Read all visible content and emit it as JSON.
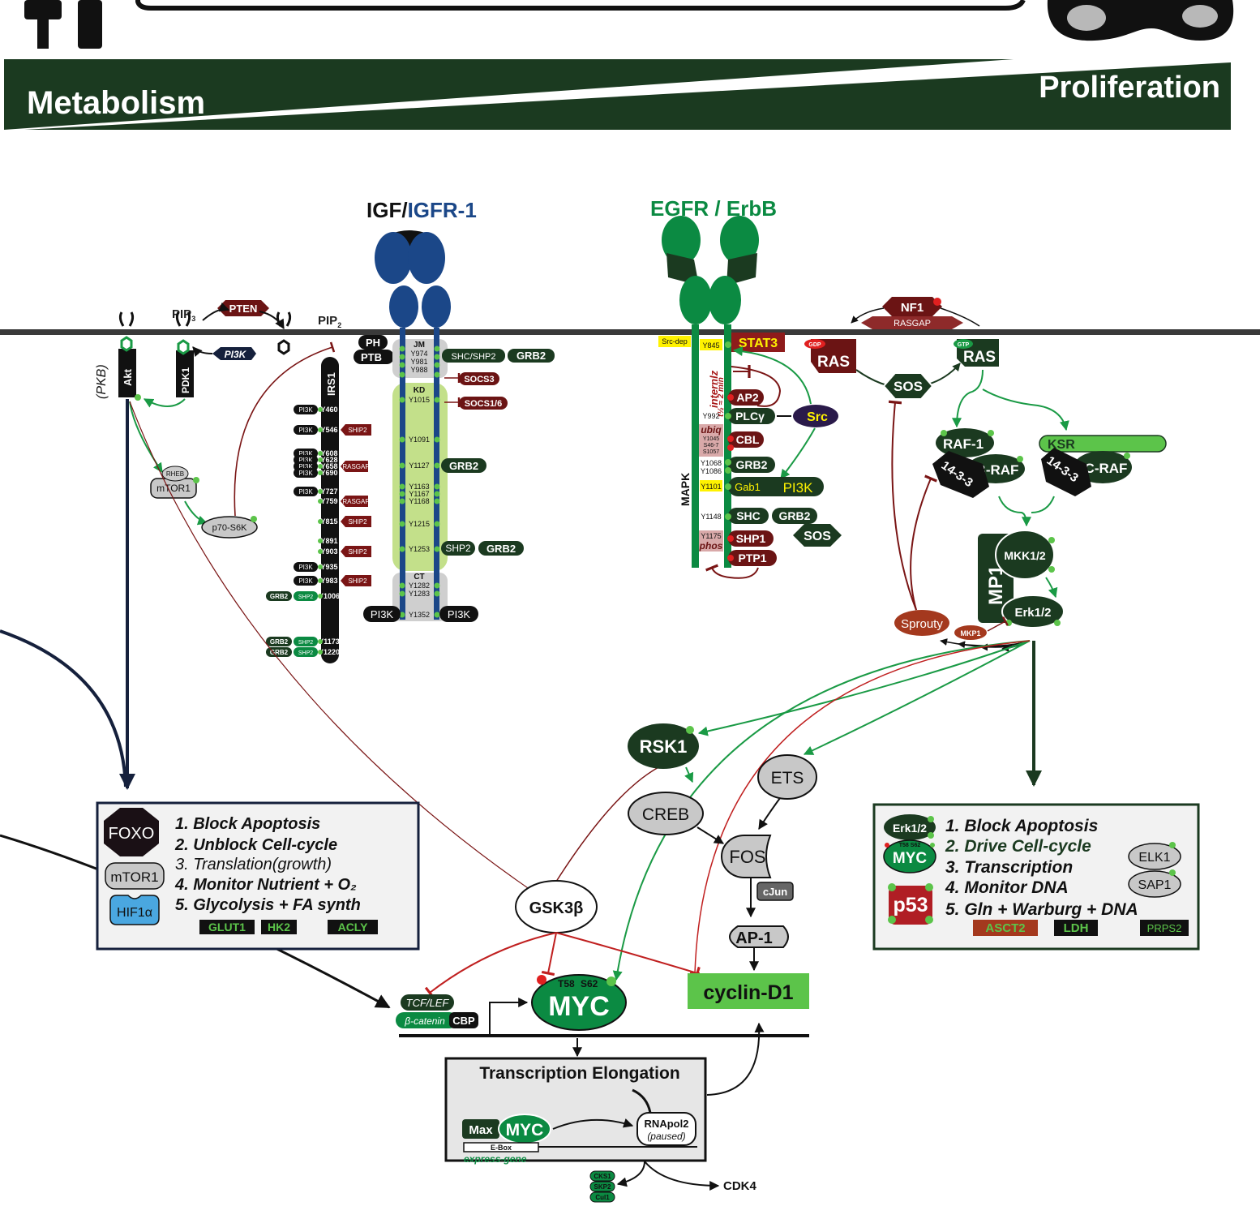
{
  "banners": {
    "metabolism": "Metabolism",
    "proliferation": "Proliferation"
  },
  "receptors": {
    "igf_prefix": "IGF/",
    "igf_receptor": "IGFR-1",
    "egfr": "EGFR / ErbB"
  },
  "membrane_left": {
    "pip3": "PIP",
    "pip3_sub": "3",
    "pip2": "PIP",
    "pip2_sub": "2",
    "pten": "PTEN",
    "pi3k": "PI3K",
    "akt": "Akt",
    "pkb": "(PKB)",
    "pdk1": "PDK1",
    "rheb": "RHEB",
    "mtor1": "mTOR1",
    "p70s6k": "p70-S6K"
  },
  "igfr": {
    "ph": "PH",
    "ptb": "PTB",
    "irs1": "IRS1",
    "jm": "JM",
    "kd": "KD",
    "ct": "CT",
    "jm_sites": [
      "Y974",
      "Y981",
      "Y988"
    ],
    "kd_sites": [
      "Y1015",
      "Y1091",
      "Y1127",
      "Y1163",
      "Y1167",
      "Y1168",
      "Y1215",
      "Y1253"
    ],
    "ct_sites": [
      "Y1282",
      "Y1283",
      "Y1352"
    ],
    "shc_shp2": "SHC/SHP2",
    "grb2": "GRB2",
    "socs3": "SOCS3",
    "socs16": "SOCS1/6",
    "shp2": "SHP2",
    "pi3k": "PI3K"
  },
  "irs1_sites": [
    {
      "site": "Y460",
      "left": "PI3K",
      "right": ""
    },
    {
      "site": "Y546",
      "left": "PI3K",
      "right": "SHIP2"
    },
    {
      "site": "Y608",
      "left": "PI3K",
      "right": ""
    },
    {
      "site": "Y628",
      "left": "PI3K",
      "right": ""
    },
    {
      "site": "Y658",
      "left": "PI3K",
      "right": "RASGAP"
    },
    {
      "site": "Y690",
      "left": "PI3K",
      "right": ""
    },
    {
      "site": "Y727",
      "left": "PI3K",
      "right": ""
    },
    {
      "site": "Y759",
      "left": "",
      "right": "RASGAP"
    },
    {
      "site": "Y815",
      "left": "",
      "right": "SHIP2"
    },
    {
      "site": "Y891",
      "left": "",
      "right": ""
    },
    {
      "site": "Y903",
      "left": "",
      "right": "SHIP2"
    },
    {
      "site": "Y935",
      "left": "PI3K",
      "right": ""
    },
    {
      "site": "Y983",
      "left": "PI3K",
      "right": "SHIP2"
    },
    {
      "site": "Y1006",
      "left": "GRB2 SHP2",
      "right": ""
    },
    {
      "site": "Y1173",
      "left": "GRB2 SHP2",
      "right": ""
    },
    {
      "site": "Y1220",
      "left": "GRB2 SHP2",
      "right": ""
    }
  ],
  "egfr": {
    "src_dep": "Src-dep",
    "y845": "Y845",
    "stat3": "STAT3",
    "internlz": "internlz",
    "halflife": "t½ ≈ 2 min",
    "ap2": "AP2",
    "y992": "Y992",
    "plcg": "PLCγ",
    "src": "Src",
    "ubiq": "ubiq",
    "ubiq_sites": [
      "Y1045",
      "S46-7",
      "S1057"
    ],
    "cbl": "CBL",
    "y1068": "Y1068",
    "y1086": "Y1086",
    "grb2": "GRB2",
    "y1101": "Y1101",
    "gab1": "Gab1",
    "pi3k": "PI3K",
    "mapk": "MAPK",
    "y1148": "Y1148",
    "shc": "SHC",
    "sos": "SOS",
    "y1175": "Y1175",
    "phos": "phos",
    "shp1": "SHP1",
    "ptp1": "PTP1"
  },
  "ras": {
    "nf1": "NF1",
    "rasgap": "RASGAP",
    "gdp": "GDP",
    "gtp": "GTP",
    "ras": "RAS",
    "sos": "SOS"
  },
  "mapk_cascade": {
    "raf1": "RAF-1",
    "braf": "B-RAF",
    "f1433": "14-3-3",
    "ksr": "KSR",
    "craf": "C-RAF",
    "mp1": "MP1",
    "mkk": "MKK1/2",
    "erk": "Erk1/2",
    "sprouty": "Sprouty",
    "mkp1": "MKP1"
  },
  "nuclear": {
    "rsk1": "RSK1",
    "ets": "ETS",
    "creb": "CREB",
    "fos": "FOS",
    "cjun": "cJun",
    "ap1": "AP-1",
    "gsk3b": "GSK3β",
    "cyclin_d1": "cyclin-D1",
    "tcf_lef": "TCF/LEF",
    "beta_catenin": "β-catenin",
    "cbp": "CBP",
    "myc": "MYC",
    "t58": "T58",
    "s62": "S62"
  },
  "transcription_box": {
    "title": "Transcription Elongation",
    "max": "Max",
    "myc": "MYC",
    "ebox": "E-Box",
    "express": "express-gene",
    "rnapol": "RNApol2",
    "paused": "(paused)",
    "cks1": "CKS1",
    "skp2": "SKP2",
    "cul1": "Cul1",
    "cdk4": "CDK4"
  },
  "metabolism_box": {
    "foxo": "FOXO",
    "mtor1": "mTOR1",
    "hif1a": "HIF1α",
    "items": [
      "1.  Block Apoptosis",
      "2.  Unblock Cell-cycle",
      "3.  Translation(growth)",
      "4.  Monitor Nutrient + O₂",
      "5.  Glycolysis + FA synth"
    ],
    "tags": [
      "GLUT1",
      "HK2",
      "ACLY"
    ]
  },
  "proliferation_box": {
    "erk": "Erk1/2",
    "myc": "MYC",
    "t58s62": "T58 S62",
    "p53": "p53",
    "elk1": "ELK1",
    "sap1": "SAP1",
    "items": [
      "1. Block Apoptosis",
      "2. Drive Cell-cycle",
      "3. Transcription",
      "4. Monitor DNA",
      "5.  Gln + Warburg + DNA"
    ],
    "tags": [
      "ASCT2",
      "LDH",
      "PRPS2"
    ]
  },
  "colors": {
    "dark_green": "#1b3a20",
    "green": "#0b8a42",
    "bright_green": "#5cc44a",
    "navy": "#1b4788",
    "maroon": "#6b1414",
    "red_brown": "#a4391e",
    "black": "#111111",
    "yellow": "#fff200"
  }
}
